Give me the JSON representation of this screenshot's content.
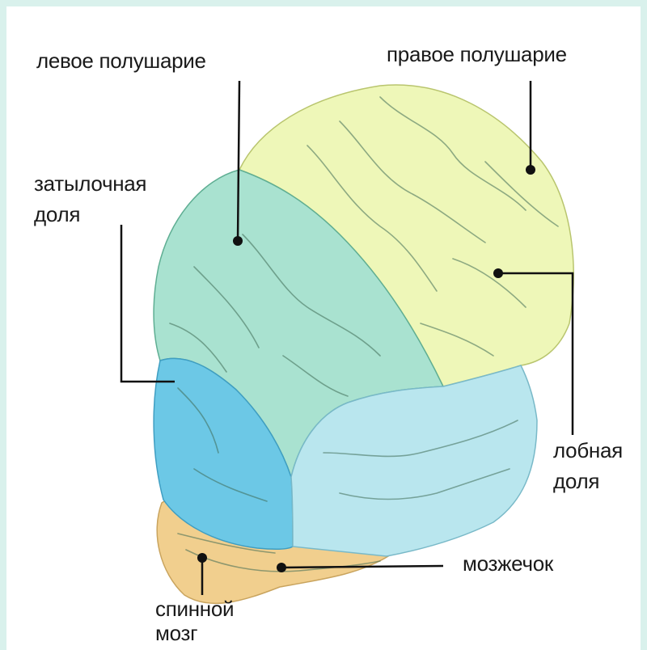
{
  "labels": {
    "left_hemisphere": "левое полушарие",
    "right_hemisphere": "правое полушарие",
    "occipital_lobe_line1": "затылочная",
    "occipital_lobe_line2": "доля",
    "frontal_lobe_line1": "лобная",
    "frontal_lobe_line2": "доля",
    "cerebellum": "мозжечок",
    "spinal_cord_line1": "спинной",
    "spinal_cord_line2": "мозг"
  },
  "colors": {
    "page_border": "#d9f1ec",
    "background": "#ffffff",
    "right_hemisphere": "#eef7b8",
    "left_hemisphere": "#a9e2d0",
    "occipital_lobe": "#6cc8e6",
    "frontal_lobe": "#b9e6ee",
    "cerebellum": "#f1cf8e",
    "fold_lines": "#3f6b55",
    "leader_lines": "#111111"
  }
}
